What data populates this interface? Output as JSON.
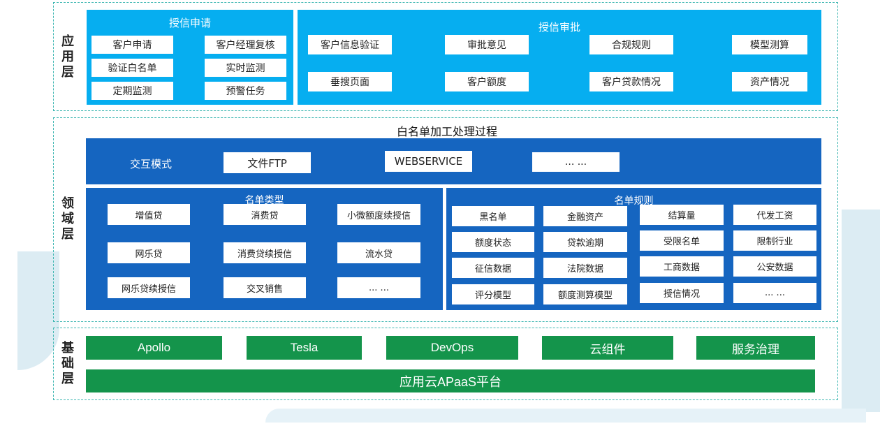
{
  "layers": {
    "app": {
      "label": "应\n用\n层",
      "credit_application": {
        "title": "授信申请",
        "items": [
          "客户申请",
          "客户经理复核",
          "验证白名单",
          "实时监测",
          "定期监测",
          "预警任务"
        ]
      },
      "credit_approval": {
        "title": "授信审批",
        "items": [
          "客户信息验证",
          "审批意见",
          "合规规则",
          "模型测算",
          "垂搜页面",
          "客户额度",
          "客户贷款情况",
          "资产情况"
        ]
      }
    },
    "domain": {
      "label": "领\n域\n层",
      "process_title": "白名单加工处理过程",
      "interaction": {
        "label": "交互模式",
        "items": [
          "文件FTP",
          "WEBSERVICE",
          "... ..."
        ]
      },
      "list_types": {
        "title": "名单类型",
        "items": [
          "增值贷",
          "消费贷",
          "小微额度续授信",
          "网乐贷",
          "消费贷续授信",
          "流水贷",
          "网乐贷续授信",
          "交叉销售",
          "... ..."
        ]
      },
      "list_rules": {
        "title": "名单规则",
        "items": [
          "黑名单",
          "金融资产",
          "结算量",
          "代发工资",
          "额度状态",
          "贷款逾期",
          "受限名单",
          "限制行业",
          "征信数据",
          "法院数据",
          "工商数据",
          "公安数据",
          "评分模型",
          "额度测算模型",
          "授信情况",
          "... ..."
        ]
      }
    },
    "base": {
      "label": "基\n础\n层",
      "components": [
        "Apollo",
        "Tesla",
        "DevOps",
        "云组件",
        "服务治理"
      ],
      "platform": "应用云APaaS平台"
    }
  },
  "colors": {
    "app_panel": "#06aef0",
    "domain_panel": "#1565c0",
    "domain_panel_title_bar": "#2e7bd2",
    "base_green": "#14944b",
    "dashed_border": "#3fb7b2"
  }
}
